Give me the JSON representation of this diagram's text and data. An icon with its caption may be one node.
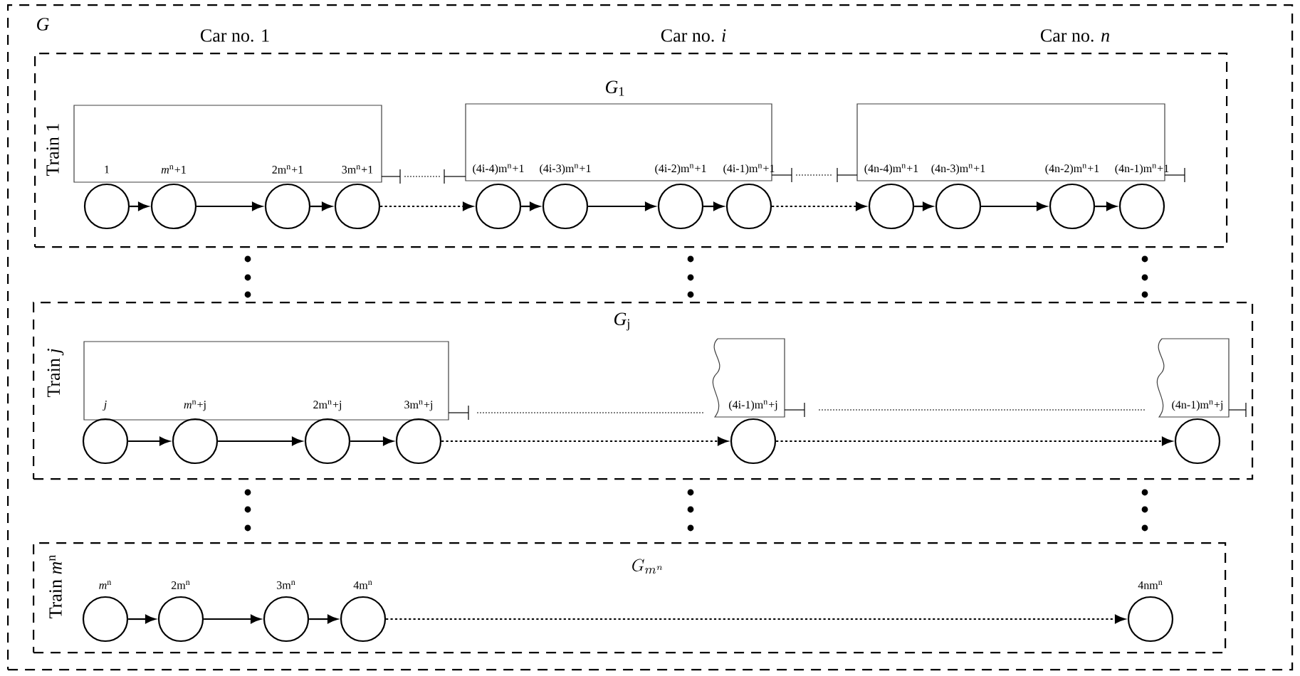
{
  "diagram": {
    "nodes": [
      {
        "text": [
          "G"
        ]
      },
      {
        "text": [
          "*G*$_{1}$",
          "Train 1"
        ],
        "in": 0
      },
      {
        "text": [
          "1"
        ],
        "in": 1
      },
      {
        "text": [
          "*m*$^{n}$+1"
        ],
        "in": 1
      },
      {
        "text": [
          "2m$^{n}$+1"
        ],
        "in": 1
      },
      {
        "text": [
          "3m$^{n}$+1"
        ],
        "in": 1
      },
      {
        "text": [
          "(4i-4)m$^{n}$+1"
        ],
        "in": 1
      },
      {
        "text": [
          "(4i-3)m$^{n}$+1"
        ],
        "in": 1
      },
      {
        "text": [
          "(4i-2)m$^{n}$+1"
        ],
        "in": 1
      },
      {
        "text": [
          "(4i-1)m$^{n}$+1"
        ],
        "in": 1
      },
      {
        "text": [
          "(4n-4)m$^{n}$+1"
        ],
        "in": 1
      },
      {
        "text": [
          "(4n-3)m$^{n}$+1"
        ],
        "in": 1
      },
      {
        "text": [
          "(4n-2)m$^{n}$+1"
        ],
        "in": 1
      },
      {
        "text": [
          "(4n-1)m$^{n}$+1"
        ],
        "in": 1
      },
      {
        "text": [
          "*G*$_{j}$",
          "Train *j*"
        ],
        "in": 0
      },
      {
        "text": [
          "j"
        ],
        "in": 14
      },
      {
        "text": [
          "*m*$^{n}$+j"
        ],
        "in": 14
      },
      {
        "text": [
          "2m$^{n}$+j"
        ],
        "in": 14
      },
      {
        "text": [
          "3m$^{n}$+j"
        ],
        "in": 14
      },
      {
        "text": [
          "(4i-1)m$^{n}$+j"
        ],
        "in": 14
      },
      {
        "text": [
          "(4n-1)m$^{n}$+j"
        ],
        "in": 14
      },
      {
        "text": [
          "G_{m^{n}}",
          "Train *m*$^{n}$"
        ],
        "in": 0
      },
      {
        "text": [
          "*m*$^{n}$"
        ],
        "in": 21
      },
      {
        "text": [
          "2m$^{n}$"
        ],
        "in": 21
      },
      {
        "text": [
          "3m$^{n}$"
        ],
        "in": 21
      },
      {
        "text": [
          "4m$^{n}$"
        ],
        "in": 21
      },
      {
        "text": [
          "4nm$^{n}$"
        ],
        "in": 21
      }
    ],
    "edges": [
      {
        "from": 2,
        "to": 3,
        "arrow": "to"
      },
      {
        "from": 3,
        "to": 4,
        "arrow": "to"
      },
      {
        "from": 4,
        "to": 5,
        "arrow": "to"
      },
      {
        "from": 5,
        "to": 6,
        "arrow": "to",
        "style": "dashed"
      },
      {
        "from": 6,
        "to": 7,
        "arrow": "to"
      },
      {
        "from": 7,
        "to": 8,
        "arrow": "to"
      },
      {
        "from": 8,
        "to": 9,
        "arrow": "to"
      },
      {
        "from": 9,
        "to": 10,
        "arrow": "to",
        "style": "dashed"
      },
      {
        "from": 10,
        "to": 11,
        "arrow": "to"
      },
      {
        "from": 11,
        "to": 12,
        "arrow": "to"
      },
      {
        "from": 12,
        "to": 13,
        "arrow": "to"
      },
      {
        "from": 15,
        "to": 16,
        "arrow": "to"
      },
      {
        "from": 16,
        "to": 17,
        "arrow": "to"
      },
      {
        "from": 17,
        "to": 18,
        "arrow": "to"
      },
      {
        "from": 18,
        "to": 19,
        "arrow": "to",
        "style": "dashed"
      },
      {
        "from": 19,
        "to": 20,
        "arrow": "to",
        "style": "dashed"
      },
      {
        "from": 22,
        "to": 23,
        "arrow": "to"
      },
      {
        "from": 23,
        "to": 24,
        "arrow": "to"
      },
      {
        "from": 24,
        "to": 25,
        "arrow": "to"
      },
      {
        "from": 25,
        "to": 26,
        "arrow": "to",
        "style": "dashed"
      }
    ],
    "labels": [
      "Car no. 1",
      "Car no. *i*",
      "Car no. *n*"
    ]
  }
}
